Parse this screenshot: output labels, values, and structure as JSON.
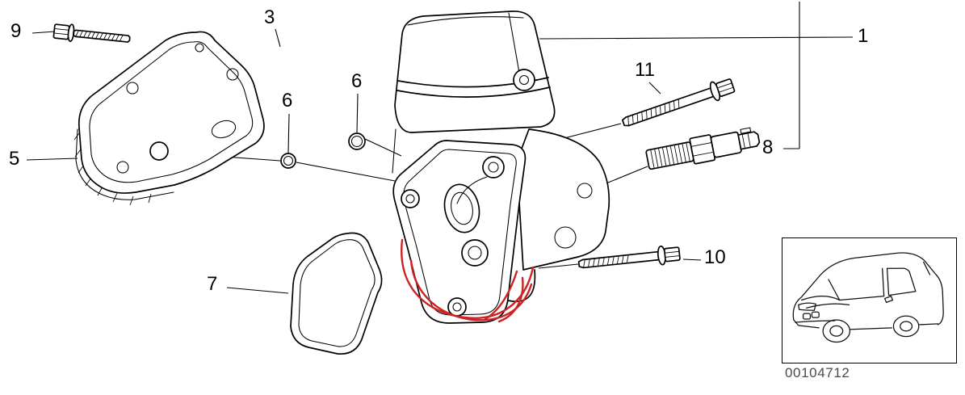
{
  "diagram": {
    "callouts": [
      {
        "ref": "1"
      },
      {
        "ref": "3"
      },
      {
        "ref": "5"
      },
      {
        "ref": "6"
      },
      {
        "ref": "6"
      },
      {
        "ref": "7"
      },
      {
        "ref": "8"
      },
      {
        "ref": "9"
      },
      {
        "ref": "10"
      },
      {
        "ref": "11"
      }
    ],
    "thumbnail": {
      "code": "00104712"
    },
    "colors": {
      "line": "#000000",
      "highlight": "#cc2222",
      "background": "#ffffff",
      "id_text": "#4a4a4a"
    }
  }
}
